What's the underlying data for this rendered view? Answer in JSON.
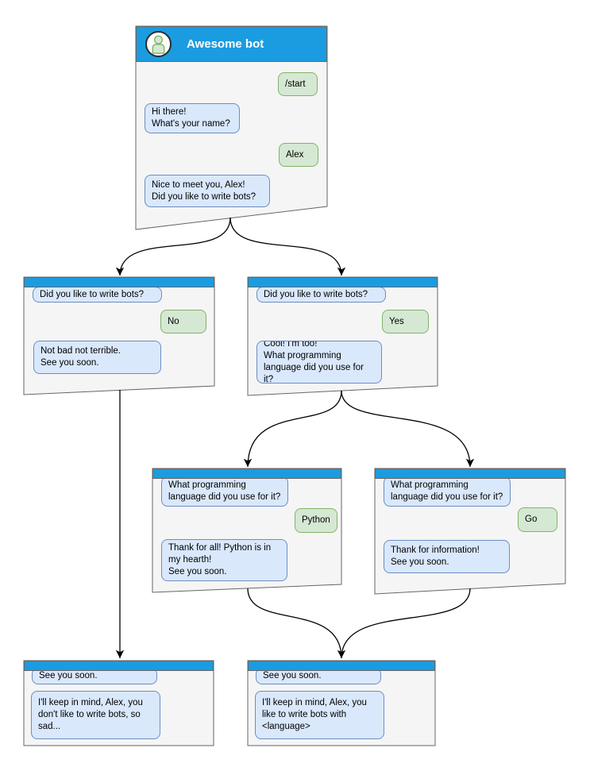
{
  "diagram_type": "chatbot-conversation-flowchart",
  "colors": {
    "header_blue": "#1b9ce0",
    "window_fill": "#f5f5f5",
    "window_border": "#666666",
    "bot_bubble_fill": "#dae8fc",
    "bot_bubble_border": "#6c8ebf",
    "user_bubble_fill": "#d5e8d4",
    "user_bubble_border": "#82b366",
    "avatar_border": "#2b2b2b",
    "edge_color": "#000000"
  },
  "nodes": {
    "start": {
      "title": "Awesome bot",
      "messages": [
        {
          "from": "user",
          "text": "/start"
        },
        {
          "from": "bot",
          "text": "Hi there!\nWhat's your name?"
        },
        {
          "from": "user",
          "text": "Alex"
        },
        {
          "from": "bot",
          "text": "Nice to meet you, Alex!\nDid you like to write bots?"
        }
      ]
    },
    "branch_no": {
      "messages": [
        {
          "from": "bot",
          "text": "Did you like to write bots?"
        },
        {
          "from": "user",
          "text": "No"
        },
        {
          "from": "bot",
          "text": "Not bad not terrible.\nSee you soon."
        }
      ]
    },
    "branch_yes": {
      "messages": [
        {
          "from": "bot",
          "text": "Did you like to write bots?"
        },
        {
          "from": "user",
          "text": "Yes"
        },
        {
          "from": "bot",
          "text": "Cool! I'm too!\nWhat programming\nlanguage did you use for it?"
        }
      ]
    },
    "lang_python": {
      "messages": [
        {
          "from": "bot",
          "text": "What programming\nlanguage did you use for it?"
        },
        {
          "from": "user",
          "text": "Python"
        },
        {
          "from": "bot",
          "text": "Thank for all! Python is in\nmy hearth!\nSee you soon."
        }
      ]
    },
    "lang_go": {
      "messages": [
        {
          "from": "bot",
          "text": "What programming\nlanguage did you use for it?"
        },
        {
          "from": "user",
          "text": "Go"
        },
        {
          "from": "bot",
          "text": "Thank for information!\nSee you soon."
        }
      ]
    },
    "end_no": {
      "messages": [
        {
          "from": "bot",
          "text": "See you soon."
        },
        {
          "from": "bot",
          "text": "I'll keep in mind, Alex, you\ndon't like to write bots, so\nsad..."
        }
      ]
    },
    "end_yes": {
      "messages": [
        {
          "from": "bot",
          "text": "See you soon."
        },
        {
          "from": "bot",
          "text": "I'll keep in mind, Alex, you\nlike to write bots with\n<language>"
        }
      ]
    }
  },
  "edges": [
    {
      "from": "start",
      "to": "branch_no"
    },
    {
      "from": "start",
      "to": "branch_yes"
    },
    {
      "from": "branch_yes",
      "to": "lang_python"
    },
    {
      "from": "branch_yes",
      "to": "lang_go"
    },
    {
      "from": "branch_no",
      "to": "end_no"
    },
    {
      "from": "lang_python",
      "to": "end_yes"
    },
    {
      "from": "lang_go",
      "to": "end_yes"
    }
  ]
}
